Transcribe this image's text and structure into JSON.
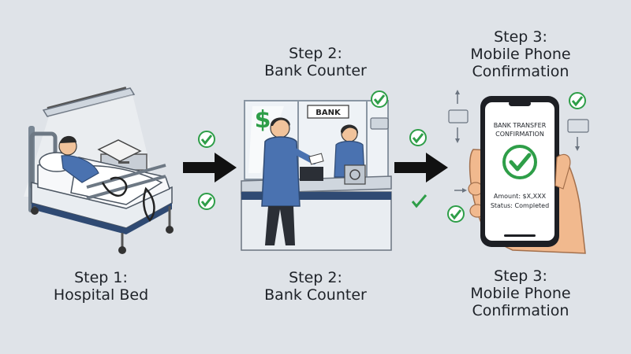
{
  "steps": [
    {
      "top_title_line1": "",
      "top_title_line2": "",
      "bottom_title_line1": "Step 1:",
      "bottom_title_line2": "Hospital Bed"
    },
    {
      "top_title_line1": "Step 2:",
      "top_title_line2": "Bank Counter",
      "bottom_title_line1": "Step 2:",
      "bottom_title_line2": "Bank Counter",
      "sign_text": "BANK"
    },
    {
      "top_title_line1": "Step 3:",
      "top_title_line2": "Mobile Phone",
      "top_title_line3": "Confirmation",
      "bottom_title_line1": "Step 3:",
      "bottom_title_line2": "Mobile Phone",
      "bottom_title_line3": "Confirmation",
      "phone": {
        "heading_line1": "BANK TRANSFER",
        "heading_line2": "CONFIRMATION",
        "amount": "Amount: $X,XXX",
        "status": "Status: Completed"
      }
    }
  ],
  "colors": {
    "background": "#dfe3e8",
    "check_green": "#2e9e48",
    "arrow": "#111111",
    "navy": "#2f4a73",
    "blue": "#4a72b0"
  }
}
